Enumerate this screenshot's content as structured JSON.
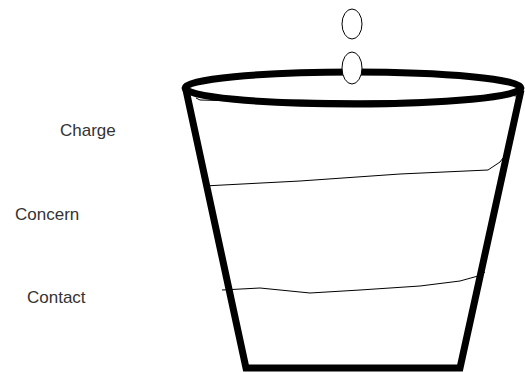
{
  "diagram": {
    "labels": [
      "Charge",
      "Concern",
      "Contact"
    ]
  }
}
